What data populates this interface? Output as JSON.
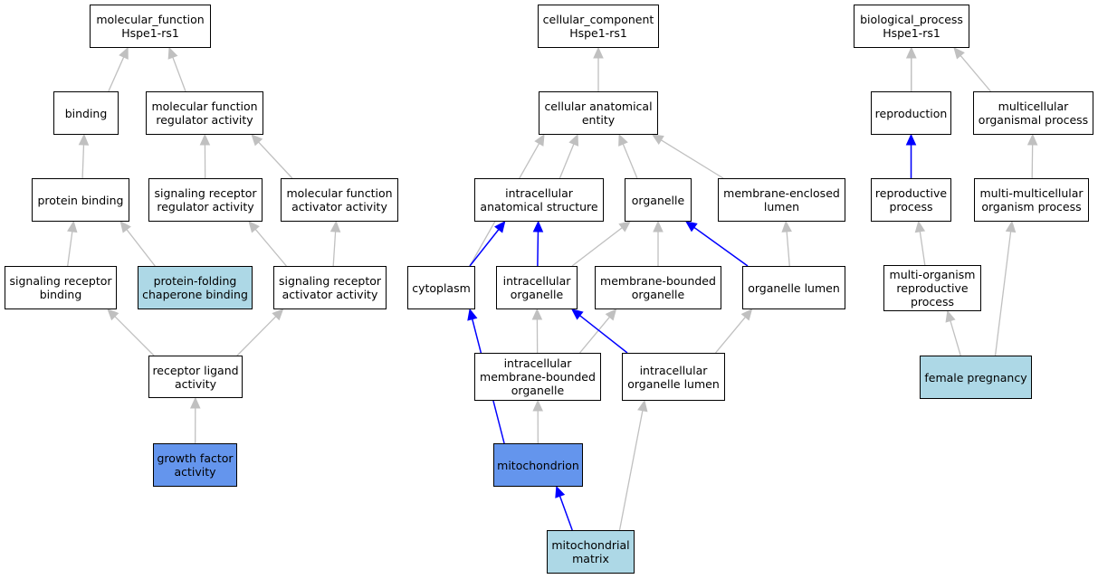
{
  "colors": {
    "edge_default": "#c0c0c0",
    "edge_highlight": "#0000ff",
    "node_light_blue": "#add8e6",
    "node_cornflower_blue": "#6495ed",
    "node_border": "#000000"
  },
  "nodes": {
    "mf_root": {
      "label": "molecular_function\nHspe1-rs1",
      "fill": "white"
    },
    "binding": {
      "label": "binding",
      "fill": "white"
    },
    "mf_reg": {
      "label": "molecular function\nregulator activity",
      "fill": "white"
    },
    "protein_binding": {
      "label": "protein binding",
      "fill": "white"
    },
    "sig_reg": {
      "label": "signaling receptor\nregulator activity",
      "fill": "white"
    },
    "mf_act": {
      "label": "molecular function\nactivator activity",
      "fill": "white"
    },
    "sig_bind": {
      "label": "signaling receptor\nbinding",
      "fill": "white"
    },
    "chaperone": {
      "label": "protein-folding\nchaperone binding",
      "fill": "light"
    },
    "sig_act": {
      "label": "signaling receptor\nactivator activity",
      "fill": "white"
    },
    "receptor_ligand": {
      "label": "receptor ligand\nactivity",
      "fill": "white"
    },
    "growth_factor": {
      "label": "growth factor\nactivity",
      "fill": "dark"
    },
    "cc_root": {
      "label": "cellular_component\nHspe1-rs1",
      "fill": "white"
    },
    "cae": {
      "label": "cellular anatomical\nentity",
      "fill": "white"
    },
    "ias": {
      "label": "intracellular\nanatomical structure",
      "fill": "white"
    },
    "organelle": {
      "label": "organelle",
      "fill": "white"
    },
    "mel": {
      "label": "membrane-enclosed\nlumen",
      "fill": "white"
    },
    "cytoplasm": {
      "label": "cytoplasm",
      "fill": "white"
    },
    "io": {
      "label": "intracellular\norganelle",
      "fill": "white"
    },
    "mbo": {
      "label": "membrane-bounded\norganelle",
      "fill": "white"
    },
    "ol": {
      "label": "organelle lumen",
      "fill": "white"
    },
    "imbo": {
      "label": "intracellular\nmembrane-bounded\norganelle",
      "fill": "white"
    },
    "iol": {
      "label": "intracellular\norganelle lumen",
      "fill": "white"
    },
    "mito": {
      "label": "mitochondrion",
      "fill": "dark"
    },
    "mito_matrix": {
      "label": "mitochondrial\nmatrix",
      "fill": "light"
    },
    "bp_root": {
      "label": "biological_process\nHspe1-rs1",
      "fill": "white"
    },
    "reproduction": {
      "label": "reproduction",
      "fill": "white"
    },
    "mop": {
      "label": "multicellular\norganismal process",
      "fill": "white"
    },
    "repro_proc": {
      "label": "reproductive\nprocess",
      "fill": "white"
    },
    "mmop": {
      "label": "multi-multicellular\norganism process",
      "fill": "white"
    },
    "morp": {
      "label": "multi-organism\nreproductive\nprocess",
      "fill": "white"
    },
    "female_preg": {
      "label": "female pregnancy",
      "fill": "light"
    }
  },
  "edges": [
    {
      "from": "binding",
      "to": "mf_root",
      "highlight": false
    },
    {
      "from": "mf_reg",
      "to": "mf_root",
      "highlight": false
    },
    {
      "from": "protein_binding",
      "to": "binding",
      "highlight": false
    },
    {
      "from": "sig_reg",
      "to": "mf_reg",
      "highlight": false
    },
    {
      "from": "mf_act",
      "to": "mf_reg",
      "highlight": false
    },
    {
      "from": "sig_bind",
      "to": "protein_binding",
      "highlight": false
    },
    {
      "from": "chaperone",
      "to": "protein_binding",
      "highlight": false
    },
    {
      "from": "sig_act",
      "to": "sig_reg",
      "highlight": false
    },
    {
      "from": "sig_act",
      "to": "mf_act",
      "highlight": false
    },
    {
      "from": "receptor_ligand",
      "to": "sig_bind",
      "highlight": false
    },
    {
      "from": "receptor_ligand",
      "to": "sig_act",
      "highlight": false
    },
    {
      "from": "growth_factor",
      "to": "receptor_ligand",
      "highlight": false
    },
    {
      "from": "cae",
      "to": "cc_root",
      "highlight": false
    },
    {
      "from": "ias",
      "to": "cae",
      "highlight": false
    },
    {
      "from": "organelle",
      "to": "cae",
      "highlight": false
    },
    {
      "from": "mel",
      "to": "cae",
      "highlight": false
    },
    {
      "from": "cytoplasm",
      "to": "cae",
      "highlight": false
    },
    {
      "from": "cytoplasm",
      "to": "ias",
      "highlight": true
    },
    {
      "from": "io",
      "to": "ias",
      "highlight": true
    },
    {
      "from": "io",
      "to": "organelle",
      "highlight": false
    },
    {
      "from": "mbo",
      "to": "organelle",
      "highlight": false
    },
    {
      "from": "ol",
      "to": "organelle",
      "highlight": true
    },
    {
      "from": "ol",
      "to": "mel",
      "highlight": false
    },
    {
      "from": "imbo",
      "to": "io",
      "highlight": false
    },
    {
      "from": "imbo",
      "to": "mbo",
      "highlight": false
    },
    {
      "from": "iol",
      "to": "io",
      "highlight": true
    },
    {
      "from": "iol",
      "to": "ol",
      "highlight": false
    },
    {
      "from": "mito",
      "to": "cytoplasm",
      "highlight": true
    },
    {
      "from": "mito",
      "to": "imbo",
      "highlight": false
    },
    {
      "from": "mito_matrix",
      "to": "mito",
      "highlight": true
    },
    {
      "from": "mito_matrix",
      "to": "iol",
      "highlight": false
    },
    {
      "from": "reproduction",
      "to": "bp_root",
      "highlight": false
    },
    {
      "from": "mop",
      "to": "bp_root",
      "highlight": false
    },
    {
      "from": "repro_proc",
      "to": "bp_root",
      "highlight": false
    },
    {
      "from": "repro_proc",
      "to": "reproduction",
      "highlight": true
    },
    {
      "from": "mmop",
      "to": "mop",
      "highlight": false
    },
    {
      "from": "morp",
      "to": "repro_proc",
      "highlight": false
    },
    {
      "from": "female_preg",
      "to": "morp",
      "highlight": false
    },
    {
      "from": "female_preg",
      "to": "mmop",
      "highlight": false
    }
  ]
}
